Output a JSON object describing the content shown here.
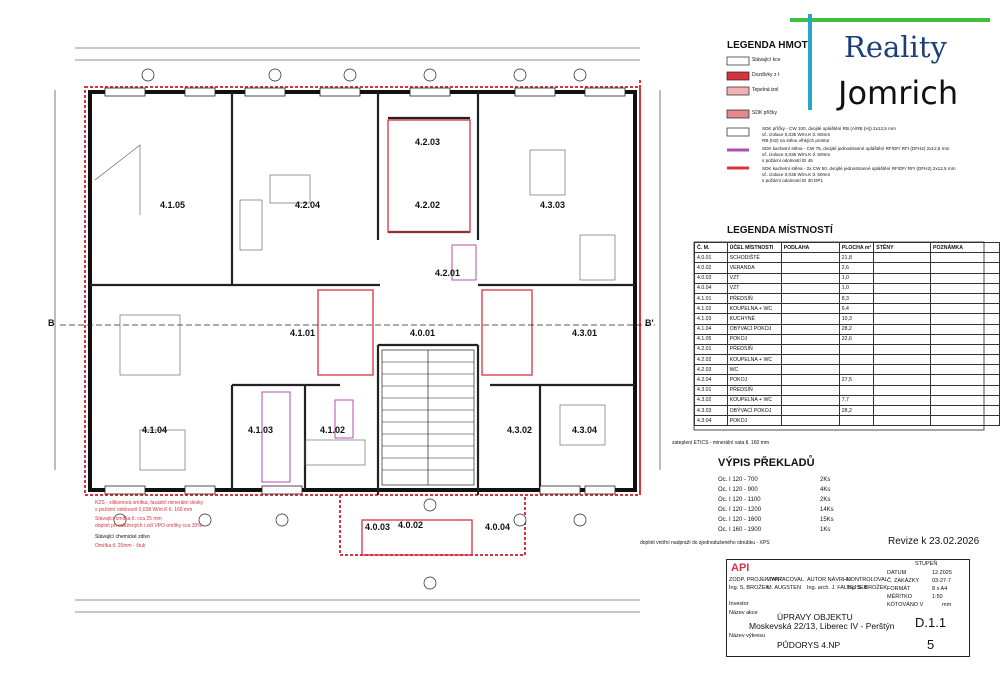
{
  "logo": {
    "line1": "Reality",
    "line2": "Jomrich",
    "bar_green": "#3fbf3f",
    "bar_blue": "#27a6c9"
  },
  "legend_hmot": {
    "title": "LEGENDA HMOT",
    "items": [
      "Stávající kce",
      "Dozdívky z t",
      "Tepelná izol",
      "SDK příčky",
      "SDK příčky - CW 100, dvojité opláštění RB (A/RB (H)) 2x12,5 mm",
      "vč. izolace 0,035 W/m.K tl. 60mm",
      "RB (H2) na stěnu vlhkých prostor",
      "SDK kachetní stěna - CW 75, dvojité jednostranné opláštění RF/DF/ RFI (DFH2) 2x12,5 mm",
      "vč. izolace 0,035 W/m.K tl. 60mm",
      "s požární odolností EI 45",
      "SDK kachetní stěna - 2x CW 50, dvojité jednostranné opláštění RF/DF/ RFI (DFH2) 2x12,5 mm",
      "vč. izolace 0,035 W/m.K tl. 60mm",
      "s požární odolností EI 30 DP1"
    ]
  },
  "legend_mistnosti": {
    "title": "LEGENDA MÍSTNOSTÍ",
    "headers": [
      "Č. M.",
      "ÚČEL MÍSTNOSTI",
      "PODLAHA",
      "PLOCHA m²",
      "STĚNY",
      "POZNÁMKA"
    ],
    "rows": [
      [
        "4.0.01",
        "SCHODIŠTĚ",
        "",
        "21,8",
        "",
        ""
      ],
      [
        "4.0.02",
        "VERANDA",
        "",
        "2,6",
        "",
        ""
      ],
      [
        "4.0.03",
        "VZT",
        "",
        "1,0",
        "",
        ""
      ],
      [
        "4.0.04",
        "VZT",
        "",
        "1,0",
        "",
        ""
      ],
      [
        "4.1.01",
        "PŘEDSÍŇ",
        "",
        "8,3",
        "",
        ""
      ],
      [
        "4.1.02",
        "KOUPELNA + WC",
        "",
        "6,4",
        "",
        ""
      ],
      [
        "4.1.03",
        "KUCHYNĚ",
        "",
        "10,3",
        "",
        ""
      ],
      [
        "4.1.04",
        "OBÝVACÍ POKOJ",
        "",
        "28,2",
        "",
        ""
      ],
      [
        "4.1.05",
        "POKOJ",
        "",
        "22,6",
        "",
        ""
      ],
      [
        "4.2.01",
        "PŘEDSÍŇ",
        "",
        "",
        "",
        ""
      ],
      [
        "4.2.02",
        "KOUPELNA + WC",
        "",
        "",
        "",
        ""
      ],
      [
        "4.2.03",
        "WC",
        "",
        "",
        "",
        ""
      ],
      [
        "4.2.04",
        "POKOJ",
        "",
        "27,5",
        "",
        ""
      ],
      [
        "4.3.01",
        "PŘEDSÍŇ",
        "",
        "",
        "",
        ""
      ],
      [
        "4.3.02",
        "KOUPELNA + WC",
        "",
        "7,7",
        "",
        ""
      ],
      [
        "4.3.03",
        "OBÝVACÍ POKOJ",
        "",
        "28,2",
        "",
        ""
      ],
      [
        "4.3.04",
        "POKOJ",
        "",
        "",
        "",
        ""
      ]
    ]
  },
  "vypis": {
    "title": "VÝPIS PŘEKLADŮ",
    "rows": [
      [
        "Oc. I 120 - 700",
        "2Ks"
      ],
      [
        "Oc. I 120 - 900",
        "4Ks"
      ],
      [
        "Oc. I 120 - 1100",
        "2Ks"
      ],
      [
        "Oc. I 120 - 1200",
        "14Ks"
      ],
      [
        "Oc. I 120 - 1600",
        "15Ks"
      ],
      [
        "Oc. I 160 - 1900",
        "1Ks"
      ]
    ]
  },
  "revize": "Revize k 23.02.2026",
  "titleblock": {
    "firm": "API",
    "stupen": "STUPEŇ",
    "datum_label": "DATUM",
    "datum": "12.2025",
    "zakazka_label": "Č. ZAKÁZKY",
    "zakazka": "03-27-7",
    "format_label": "FORMÁT",
    "format": "8 x A4",
    "meritko_label": "MĚŘÍTKO",
    "meritko": "1:50",
    "kot_label": "KÓTOVÁNO V",
    "kot": "mm",
    "project_name_label": "Název akce",
    "project": "ÚPRAVY OBJEKTU",
    "address": "Moskevská 22/13, Liberec IV - Perštýn",
    "drawing_label": "Název výkresu",
    "drawing": "PŮDORYS 4.NP",
    "number": "D.1.1",
    "page": "5",
    "roles": [
      "ZODP. PROJEKTANT",
      "VYPRACOVAL",
      "AUTOR NÁVRHU",
      "KONTROLOVAL"
    ],
    "names": [
      "Ing. S. BROŽEK",
      "M. AUGSTEN",
      "Ing. arch. J. FALTEJSEK",
      "Ing. S. BROŽEK"
    ],
    "investor_label": "Investor"
  },
  "rooms": [
    "4.1.05",
    "4.2.04",
    "4.2.03",
    "4.2.02",
    "4.3.03",
    "4.2.01",
    "4.1.01",
    "4.0.01",
    "4.3.01",
    "4.1.04",
    "4.1.03",
    "4.1.02",
    "4.3.02",
    "4.3.04",
    "4.0.03",
    "4.0.02",
    "4.0.04"
  ],
  "section_marks": [
    "B",
    "B'"
  ],
  "notes": [
    "zateplení ETICS - minerální vata tl. 160 mm",
    "doplnit vnitřní nadpraží do zjednodušeného obrubku - XPS",
    "KZS - silikonová omítka, fasádní minerální desky",
    "s požární odolností 0,038 W/m.K tl. 160 mm",
    "Stávající omítka tl. cca 25 mm",
    "doplnit při odtržených i zdí VPO omítky cca 30%",
    "Stávající chemické zdivo",
    "Omítka tl. 20mm - štuk"
  ],
  "colors": {
    "line": "#222222",
    "accent": "#d9333f",
    "brick": "#e05a5a",
    "purple": "#b04db0",
    "teal": "#3a9aa0"
  }
}
